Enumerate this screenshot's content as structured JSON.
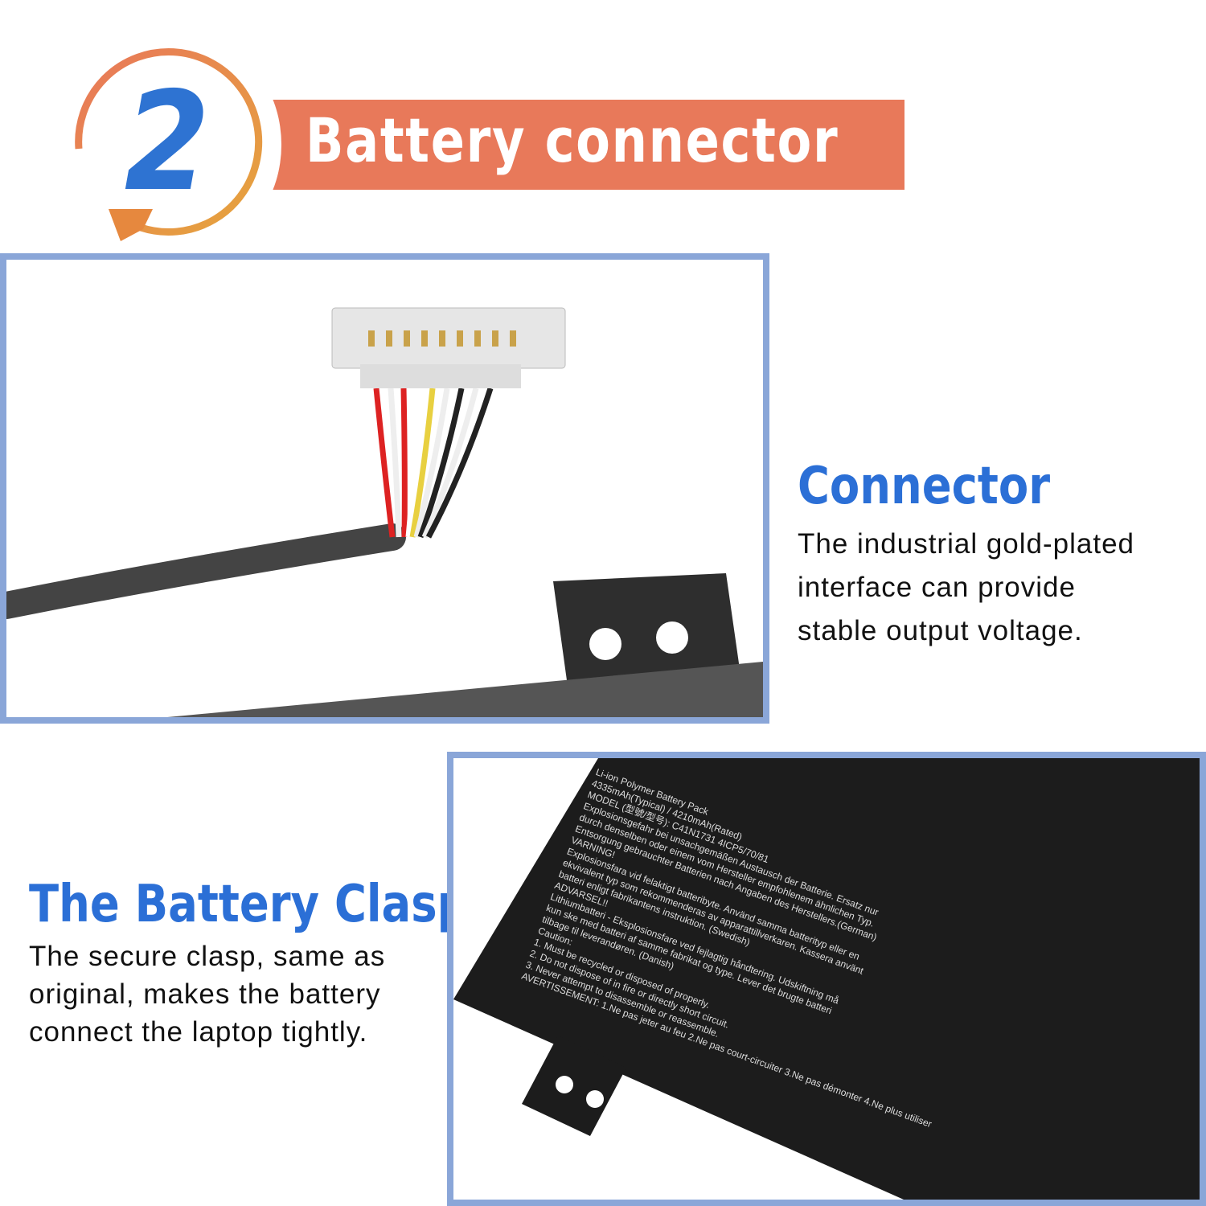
{
  "header": {
    "step_number": "2",
    "title": "Battery connector"
  },
  "connector": {
    "heading": "Connector",
    "description_lines": [
      "The industrial gold-plated",
      "interface can provide",
      "stable output voltage."
    ]
  },
  "clasp": {
    "heading": "The Battery Clasp",
    "description_lines": [
      "The secure clasp, same as",
      "original, makes the battery",
      "connect the laptop tightly."
    ]
  },
  "battery_label_lines": [
    "Li-ion Polymer Battery Pack",
    "4335mAh(Typical) / 4210mAh(Rated)",
    "MODEL (型號/型号): C41N1731  4ICP5/70/81",
    "Explosionsgefahr bei unsachgemäßen Austausch der Batterie. Ersatz nur",
    "durch denselben oder einem vom Hersteller empfohlenem ähnlichen Typ.",
    "Entsorgung gebrauchter Batterien nach Angaben des Herstellers.(German)",
    "VARNING!",
    "Explosionsfara vid felaktigt batteribyte. Använd samma batterityp eller en",
    "ekvivalent typ som rekommenderas av apparattillverkaren. Kassera använt",
    "batteri enligt fabrikantens instruktion. (Swedish)",
    "ADVARSEL!!",
    "Lithiumbatteri - Eksplosionsfare ved fejlagtig håndtering. Udskiftning må",
    "kun ske med batteri af samme fabrikat og type. Lever det brugte batteri",
    "tilbage til leverandøren. (Danish)",
    "Caution:",
    "1. Must be recycled or disposed of properly.",
    "2. Do not dispose of in fire or directly short circuit.",
    "3. Never attempt to disassemble or reassemble.",
    "AVERTISSEMENT: 1.Ne pas jeter au feu 2.Ne pas court-circuiter 3.Ne pas démonter 4.Ne plus utiliser"
  ],
  "colors": {
    "accent_orange": "#E8795A",
    "accent_blue": "#2B6FD6",
    "frame_border": "#8AA6D8"
  },
  "icons": [
    "circular-arrow-icon"
  ]
}
